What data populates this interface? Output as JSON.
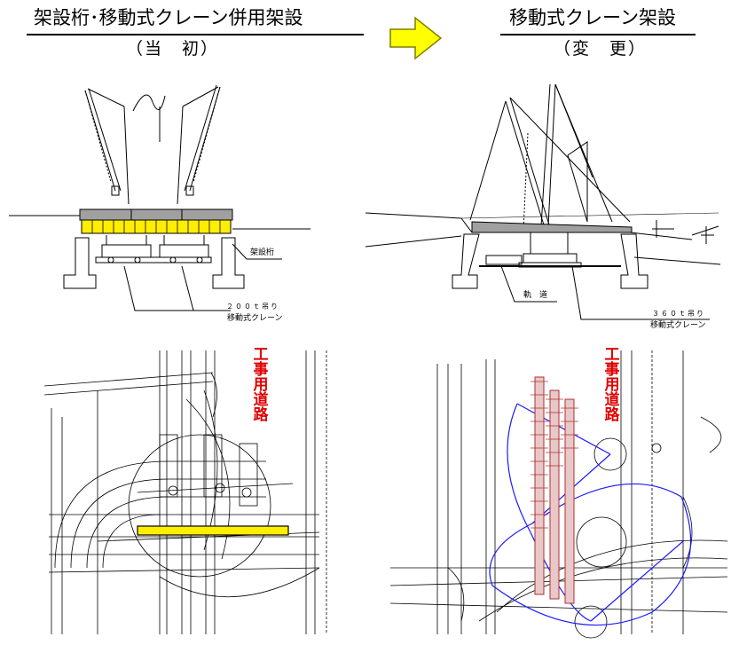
{
  "left": {
    "title": "架設桁･移動式クレーン併用架設",
    "subtitle": "（当　初）",
    "label_girder": "架設桁",
    "label_crane_capacity": "２００ｔ吊り",
    "label_crane_type": "移動式クレーン",
    "label_road": "工事用道路"
  },
  "right": {
    "title": "移動式クレーン架設",
    "subtitle": "（変　更）",
    "label_track": "軌　道",
    "label_crane_capacity": "３６０ｔ吊り",
    "label_crane_type": "移動式クレーン",
    "label_road": "工事用道路"
  },
  "arrow": {
    "color": "#ffff00",
    "border": "#7f7f00"
  },
  "colors": {
    "girder_yellow": "#ffee00",
    "deck_gray": "#a0a0a0",
    "road_red": "#e00000",
    "radius_blue": "#1a1aff",
    "rail_red": "#b03030"
  }
}
